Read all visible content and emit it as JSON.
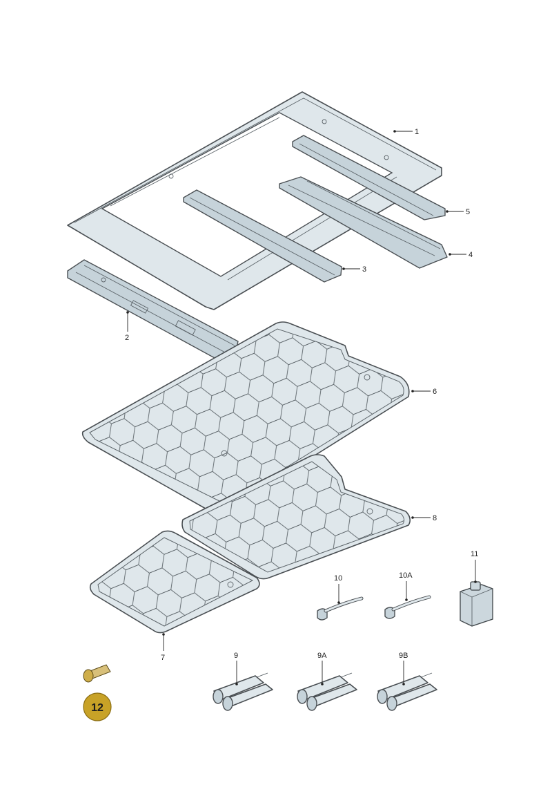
{
  "callouts": {
    "c1": "1",
    "c2": "2",
    "c3": "3",
    "c4": "4",
    "c5": "5",
    "c6": "6",
    "c7": "7",
    "c8": "8",
    "c9": "9",
    "c9a": "9A",
    "c9b": "9B",
    "c10": "10",
    "c10a": "10A",
    "c11": "11"
  },
  "badge": {
    "number": "12",
    "color": "#c8a227"
  },
  "colors": {
    "part_fill": "#dfe7eb",
    "part_stroke": "#4a4f53",
    "badge_gold": "#c8a227"
  }
}
